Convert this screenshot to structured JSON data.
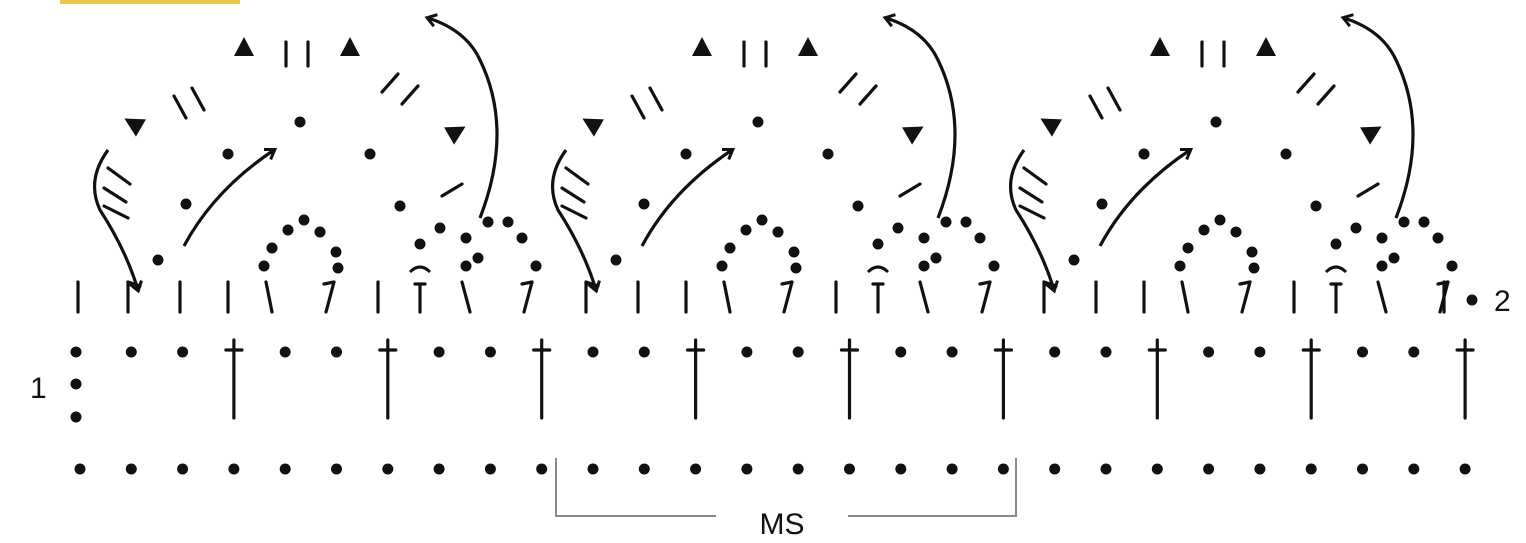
{
  "diagram": {
    "row_labels": {
      "row1": "1",
      "row2": "2"
    },
    "bracket_label": "MS",
    "colors": {
      "ink": "#111111",
      "bracket": "#8a8a8a",
      "accent_strip": "#e9c84a"
    },
    "repeats": 3,
    "symbols_key": [
      "chain-dot",
      "single-crochet-bar",
      "double-crochet-cross",
      "slant-stitch",
      "triangle-picot",
      "curved-arrow"
    ]
  }
}
